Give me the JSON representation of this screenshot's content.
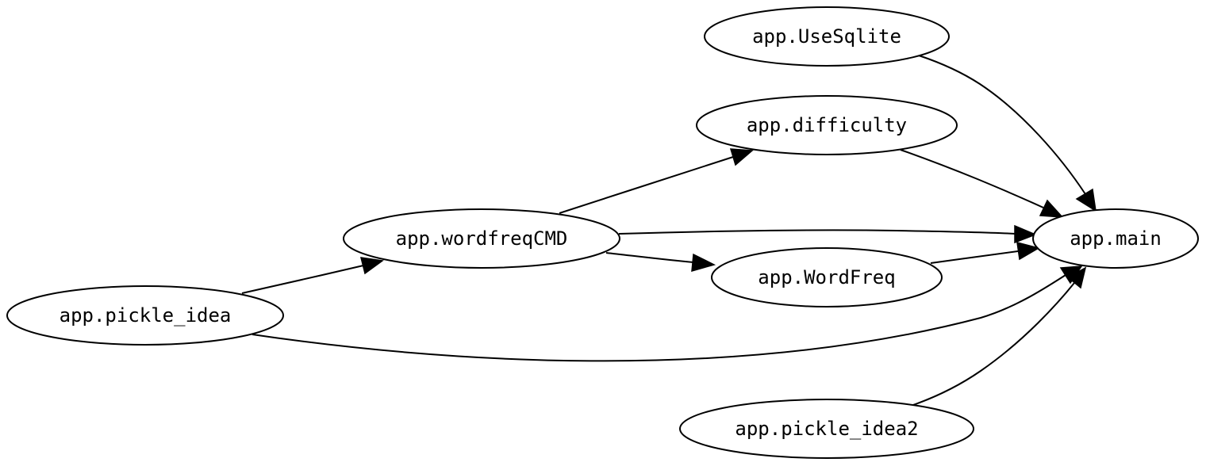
{
  "graph": {
    "nodes": [
      {
        "id": "usesqlite",
        "label": "app.UseSqlite"
      },
      {
        "id": "difficulty",
        "label": "app.difficulty"
      },
      {
        "id": "wordfreqcmd",
        "label": "app.wordfreqCMD"
      },
      {
        "id": "main",
        "label": "app.main"
      },
      {
        "id": "wordfreq",
        "label": "app.WordFreq"
      },
      {
        "id": "pickle_idea",
        "label": "app.pickle_idea"
      },
      {
        "id": "pickle_idea2",
        "label": "app.pickle_idea2"
      }
    ],
    "edges": [
      {
        "from": "usesqlite",
        "to": "main"
      },
      {
        "from": "difficulty",
        "to": "main"
      },
      {
        "from": "wordfreqcmd",
        "to": "difficulty"
      },
      {
        "from": "wordfreqcmd",
        "to": "main"
      },
      {
        "from": "wordfreqcmd",
        "to": "wordfreq"
      },
      {
        "from": "wordfreq",
        "to": "main"
      },
      {
        "from": "pickle_idea",
        "to": "wordfreqcmd"
      },
      {
        "from": "pickle_idea",
        "to": "main"
      },
      {
        "from": "pickle_idea2",
        "to": "main"
      }
    ]
  }
}
